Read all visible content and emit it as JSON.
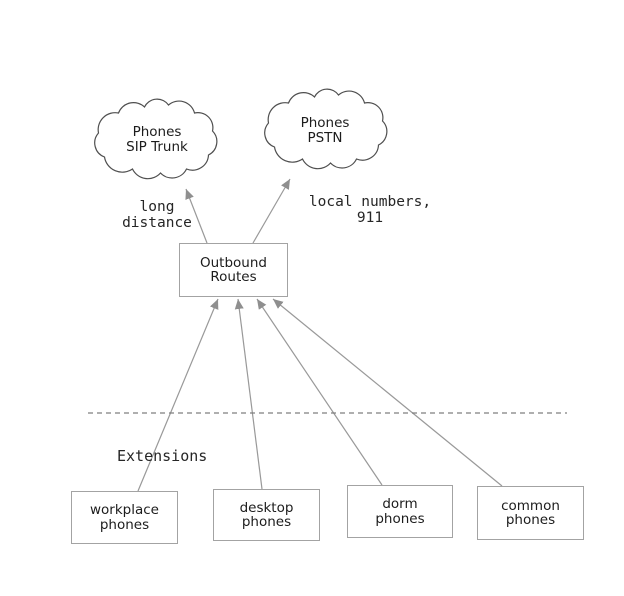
{
  "diagram": {
    "clouds": [
      {
        "id": "sip-trunk",
        "label": "Phones\nSIP Trunk"
      },
      {
        "id": "pstn",
        "label": "Phones\nPSTN"
      }
    ],
    "router": {
      "label": "Outbound\nRoutes"
    },
    "edge_labels": {
      "long_distance": "long\ndistance",
      "local_numbers": "local numbers,\n911"
    },
    "section_label": "Extensions",
    "extensions": [
      {
        "label": "workplace\nphones"
      },
      {
        "label": "desktop\nphones"
      },
      {
        "label": "dorm\nphones"
      },
      {
        "label": "common\nphones"
      }
    ],
    "colors": {
      "line": "#999999",
      "arrowhead": "#8f8f8f",
      "box_border": "#a3a3a3",
      "cloud_outline": "#4f4f4f",
      "dashed_divider": "#7f7f7f",
      "text": "#1c1c1c",
      "background": "#ffffff"
    }
  }
}
